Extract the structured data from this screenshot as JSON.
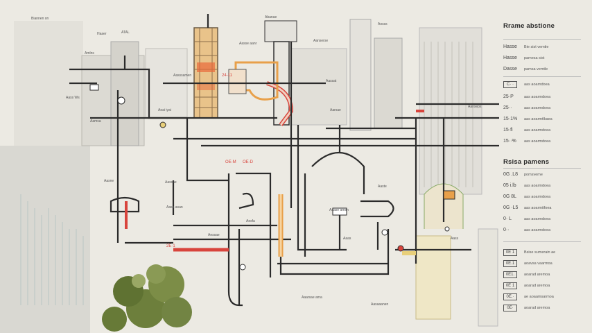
{
  "legend": {
    "title": "Rrame abstione",
    "section2_title": "Rsisa pamens",
    "group1": [
      {
        "sym": "Hasse",
        "text": "Bie sist vemtie"
      },
      {
        "sym": "Hasse",
        "text": "pamesa sist"
      },
      {
        "sym": "Dasse",
        "text": "pamsa vemtle"
      },
      {
        "sym": "C· ·",
        "text": "aas aoarndoea"
      },
      {
        "sym": "25·P",
        "text": "aas aoarmdoea"
      },
      {
        "sym": "25··",
        "text": "aas aoarmdoea"
      },
      {
        "sym": "15·1%",
        "text": "aas aoarmtlkaea"
      },
      {
        "sym": "15·fi",
        "text": "aas aoarmdoea"
      },
      {
        "sym": "15··%",
        "text": "aas aoarmdoea"
      }
    ],
    "group2": [
      {
        "sym": "0G .L8",
        "text": "pomsveme"
      },
      {
        "sym": "05 i.lb",
        "text": "aas aoarmdoea"
      },
      {
        "sym": "0G 8L",
        "text": "aas aoarmdoea"
      },
      {
        "sym": "0G ·L5",
        "text": "aas aoarmitfoea"
      },
      {
        "sym": "0· L",
        "text": "aas aoarmdoea"
      },
      {
        "sym": "0··",
        "text": "aas aoarmdoea"
      }
    ],
    "group3": [
      {
        "sym": "0E 1",
        "text": "Bsise sumerain ae"
      },
      {
        "sym": "0E.1",
        "text": "aoavsa vaarmoa"
      },
      {
        "sym": "0E1.",
        "text": "aoarad aremoa"
      },
      {
        "sym": "0E 1",
        "text": "aoarad aremoa"
      },
      {
        "sym": "0E.·",
        "text": "ae aoaamsarmoa"
      },
      {
        "sym": "0E·",
        "text": "aoarad aremoa"
      }
    ]
  },
  "labels": {
    "top_left": "Biannen on",
    "lbl_pump": "Aass Ws",
    "lbl_1": "Haaer",
    "lbl_2": "Amlns",
    "lbl_3": "ATAL",
    "lbl_4": "Aoai iyai",
    "lbl_5": "Aamsa",
    "lbl_6": "Aasssamen",
    "lbl_7": "Aasse aanr",
    "lbl_8": "Abanae",
    "lbl_9": "Aanserse",
    "lbl_10": "Aassat",
    "lbl_11": "Aarsae",
    "lbl_12": "Aosss",
    "lbl_13": "Aanseps",
    "lbl_14": "Aaste",
    "lbl_15": "Aaase amsn",
    "lbl_16": "Aaas",
    "lbl_17": "Aesfa",
    "lbl_18": "Aessae",
    "lbl_19": "Aaarsae ama",
    "lbl_20": "Aasaaanen",
    "lbl_21": "Aasne",
    "lbl_22": "Aassae",
    "lbl_23": "Aass",
    "lbl_24": "Aasa asan",
    "red_1": "OE-M",
    "red_2": "OE-D",
    "red_3": "24-11",
    "red_4": "2E·1"
  },
  "colors": {
    "pipe": "#2b2b2b",
    "accent_red": "#d8443c",
    "accent_orange": "#e8a04a",
    "accent_yellow": "#e8cf7a",
    "tree": "#6d7f3c"
  }
}
